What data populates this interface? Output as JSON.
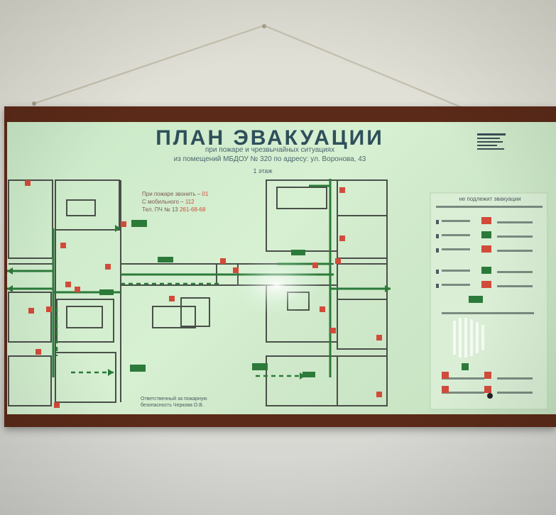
{
  "plan": {
    "title": "ПЛАН   ЭВАКУАЦИИ",
    "subtitle": "при пожаре и чрезвычайных ситуациях",
    "location_line": "из помещений МБДОУ № 320 по адресу: ул. Воронова, 43",
    "floor": "1 этаж"
  },
  "emergency": {
    "line1_label": "При пожаре звонить",
    "line1_value": "01",
    "line2_label": "С мобильного",
    "line2_value": "112",
    "line3_label": "Тел. ПЧ № 13",
    "line3_value": "261-68-68"
  },
  "responsible": {
    "line1": "Ответственный за пожарную",
    "line2": "безопасность Черкова О.В."
  },
  "legend": {
    "title": "не подлежит эвакуации"
  },
  "colors": {
    "board": "#cfe9ca",
    "frame": "#5b2a18",
    "route": "#2c7a3a",
    "sign_red": "#d24b3a",
    "wall": "#4a4f49"
  },
  "icons": {
    "plan_image": "evacuation-plan-board",
    "glare": "camera-flash-glare"
  }
}
